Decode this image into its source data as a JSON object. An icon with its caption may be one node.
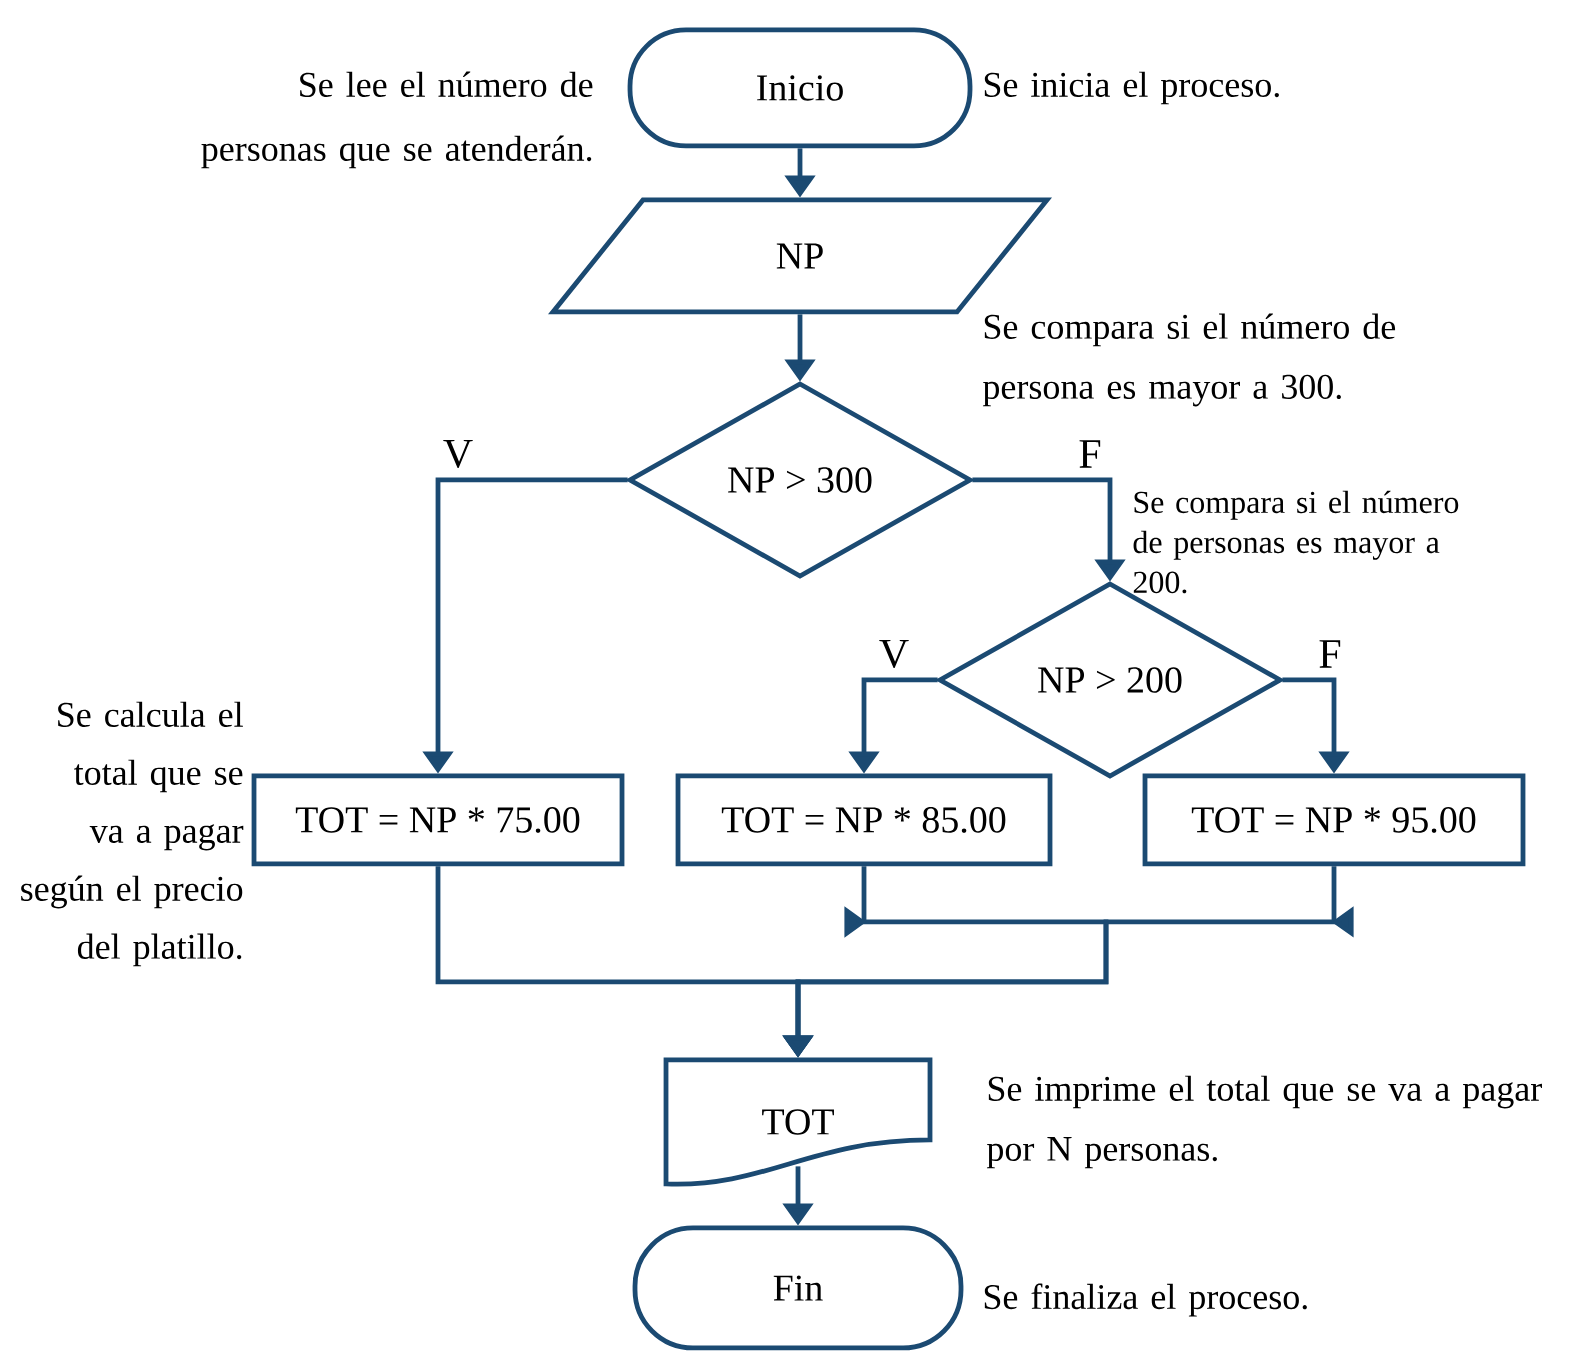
{
  "diagram": {
    "nodes": [
      {
        "text": [
          "Inicio"
        ]
      },
      {
        "text": [
          "NP"
        ]
      },
      {
        "text": [
          "NP > 300"
        ]
      },
      {
        "text": [
          "NP > 200"
        ]
      },
      {
        "text": [
          "TOT = NP * 75.00"
        ]
      },
      {
        "text": [
          "TOT = NP * 85.00"
        ]
      },
      {
        "text": [
          "TOT = NP * 95.00"
        ]
      },
      {
        "text": [
          "TOT"
        ]
      },
      {
        "text": [
          "Fin"
        ]
      }
    ],
    "edges": [
      {
        "from": 0,
        "to": 1,
        "arrow": "to"
      },
      {
        "from": 1,
        "to": 2,
        "arrow": "to"
      },
      {
        "from": 2,
        "to": 4,
        "arrow": "to",
        "label": "V"
      },
      {
        "from": 2,
        "to": 3,
        "arrow": "to",
        "label": "F"
      },
      {
        "from": 3,
        "to": 5,
        "arrow": "to",
        "label": "V"
      },
      {
        "from": 3,
        "to": 6,
        "arrow": "to",
        "label": "F"
      },
      {
        "from": 4,
        "to": 7,
        "arrow": "to"
      },
      {
        "from": 5,
        "to": 7,
        "arrow": "to"
      },
      {
        "from": 6,
        "to": 7,
        "arrow": "to"
      },
      {
        "from": 7,
        "to": 8,
        "arrow": "to"
      }
    ],
    "labels": [
      "Se lee el número de personas que se atenderán.",
      "Se inicia el proceso.",
      "Se compara si el número de persona es mayor a 300.",
      "Se compara si el número de personas es mayor a 200.",
      "Se calcula el total que se va a pagar según el precio del platillo.",
      "Se imprime el total que se va a pagar por N personas.",
      "Se finaliza el proceso."
    ]
  }
}
